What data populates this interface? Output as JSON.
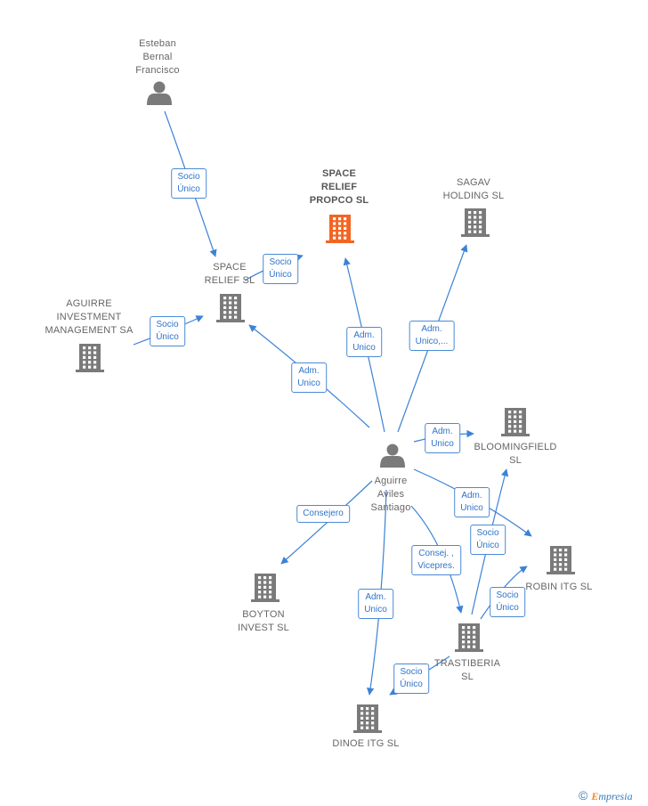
{
  "colors": {
    "edge": "#3b82d6",
    "node": "#7a7a7a",
    "highlight": "#f26522",
    "label_border": "#4a8ad6",
    "label_text": "#2f74c8"
  },
  "nodes": [
    {
      "id": "esteban",
      "kind": "person",
      "lines": [
        "Esteban",
        "Bernal",
        "Francisco"
      ],
      "icon": "person-icon"
    },
    {
      "id": "space_relief",
      "kind": "company",
      "lines": [
        "SPACE",
        "RELIEF  SL"
      ],
      "icon": "building-icon"
    },
    {
      "id": "space_propco",
      "kind": "company",
      "highlight": true,
      "lines": [
        "SPACE",
        "RELIEF",
        "PROPCO  SL"
      ],
      "icon": "building-icon"
    },
    {
      "id": "sagav",
      "kind": "company",
      "lines": [
        "SAGAV",
        "HOLDING  SL"
      ],
      "icon": "building-icon"
    },
    {
      "id": "aguirre_inv",
      "kind": "company",
      "lines": [
        "AGUIRRE",
        "INVESTMENT",
        "MANAGEMENT SA"
      ],
      "icon": "building-icon"
    },
    {
      "id": "aguirre",
      "kind": "person",
      "lines": [
        "Aguirre",
        "Aviles",
        "Santiago"
      ],
      "icon": "person-icon"
    },
    {
      "id": "blooming",
      "kind": "company",
      "lines": [
        "BLOOMINGFIELD",
        "SL"
      ],
      "icon": "building-icon"
    },
    {
      "id": "robin",
      "kind": "company",
      "lines": [
        "ROBIN ITG  SL"
      ],
      "icon": "building-icon"
    },
    {
      "id": "boyton",
      "kind": "company",
      "lines": [
        "BOYTON",
        "INVEST  SL"
      ],
      "icon": "building-icon"
    },
    {
      "id": "trastiberia",
      "kind": "company",
      "lines": [
        "TRASTIBERIA",
        "SL"
      ],
      "icon": "building-icon"
    },
    {
      "id": "dinoe",
      "kind": "company",
      "lines": [
        "DINOE ITG  SL"
      ],
      "icon": "building-icon"
    }
  ],
  "edges": [
    {
      "from": "esteban",
      "to": "space_relief",
      "label": [
        "Socio",
        "Único"
      ]
    },
    {
      "from": "space_relief",
      "to": "space_propco",
      "label": [
        "Socio",
        "Único"
      ]
    },
    {
      "from": "aguirre_inv",
      "to": "space_relief",
      "label": [
        "Socio",
        "Único"
      ]
    },
    {
      "from": "aguirre",
      "to": "space_relief",
      "label": [
        "Adm.",
        "Unico"
      ]
    },
    {
      "from": "aguirre",
      "to": "space_propco",
      "label": [
        "Adm.",
        "Unico"
      ]
    },
    {
      "from": "aguirre",
      "to": "sagav",
      "label": [
        "Adm.",
        "Unico,..."
      ]
    },
    {
      "from": "aguirre",
      "to": "blooming",
      "label": [
        "Adm.",
        "Unico"
      ]
    },
    {
      "from": "aguirre",
      "to": "robin",
      "label": [
        "Adm.",
        "Unico"
      ]
    },
    {
      "from": "aguirre",
      "to": "boyton",
      "label": [
        "Consejero"
      ]
    },
    {
      "from": "aguirre",
      "to": "trastiberia",
      "label": [
        "Consej. ,",
        "Vicepres."
      ]
    },
    {
      "from": "aguirre",
      "to": "dinoe",
      "label": [
        "Adm.",
        "Unico"
      ]
    },
    {
      "from": "trastiberia",
      "to": "blooming",
      "label": [
        "Socio",
        "Único"
      ]
    },
    {
      "from": "trastiberia",
      "to": "robin",
      "label": [
        "Socio",
        "Único"
      ]
    },
    {
      "from": "trastiberia",
      "to": "dinoe",
      "label": [
        "Socio",
        "Único"
      ]
    }
  ],
  "brand": {
    "copyright": "©",
    "initial": "E",
    "rest": "mpresia"
  }
}
